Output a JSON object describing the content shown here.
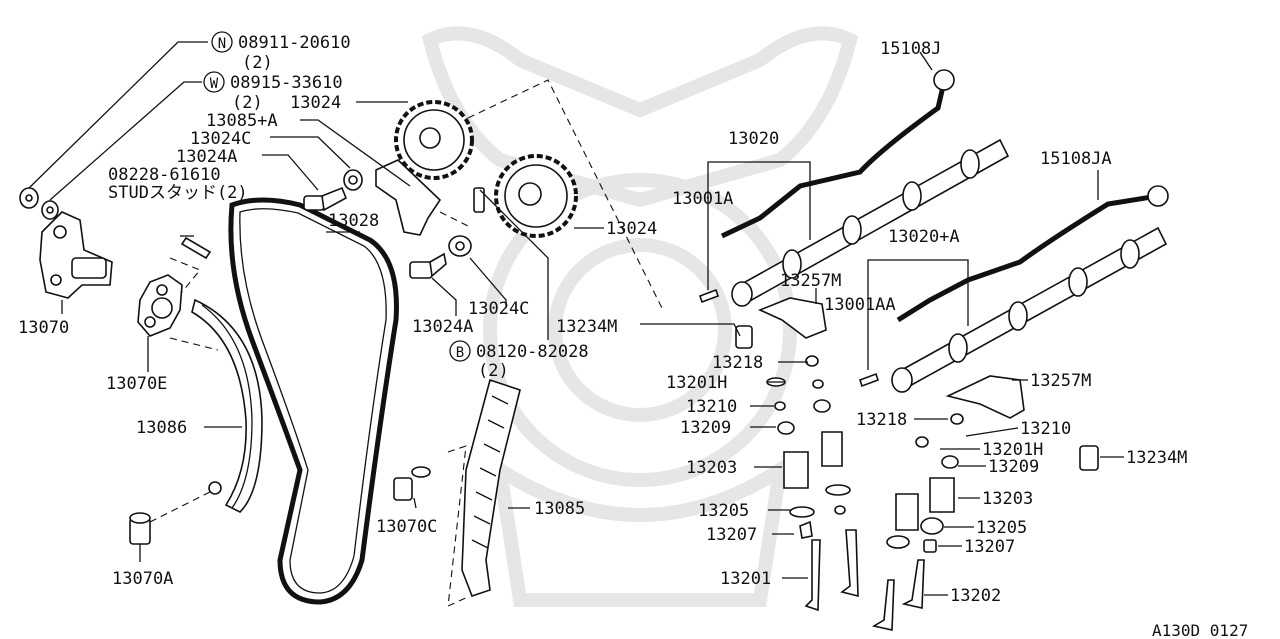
{
  "diagram_code": "A130D 0127",
  "callouts": {
    "n_prefix": "N",
    "n_part": "08911-20610",
    "n_qty": "(2)",
    "w_prefix": "W",
    "w_part": "08915-33610",
    "w_qty": "(2)",
    "p13024_top": "13024",
    "p13085a": "13085+A",
    "p13024c_top": "13024C",
    "p13024a_top": "13024A",
    "stud_part": "08228-61610",
    "stud_label": "STUDスタッド(2)",
    "p13028": "13028",
    "p13024_right": "13024",
    "p13070": "13070",
    "p13024c_mid": "13024C",
    "p13024a_mid": "13024A",
    "p13234m_left": "13234M",
    "b_prefix": "B",
    "b_part": "08120-82028",
    "b_qty": "(2)",
    "p13070e": "13070E",
    "p13086": "13086",
    "p13070c": "13070C",
    "p13085": "13085",
    "p13070a": "13070A",
    "p15108j": "15108J",
    "p13020": "13020",
    "p15108ja": "15108JA",
    "p13001a": "13001A",
    "p13020a": "13020+A",
    "p13257m_top": "13257M",
    "p13001aa": "13001AA",
    "p13218_left": "13218",
    "p13201h_left": "13201H",
    "p13210_left": "13210",
    "p13209_left": "13209",
    "p13203_left": "13203",
    "p13205_left": "13205",
    "p13207_left": "13207",
    "p13201": "13201",
    "p13257m_right": "13257M",
    "p13218_right": "13218",
    "p13210_right": "13210",
    "p13201h_right": "13201H",
    "p13209_right": "13209",
    "p13234m_right": "13234M",
    "p13203_right": "13203",
    "p13205_right": "13205",
    "p13207_right": "13207",
    "p13202": "13202"
  }
}
